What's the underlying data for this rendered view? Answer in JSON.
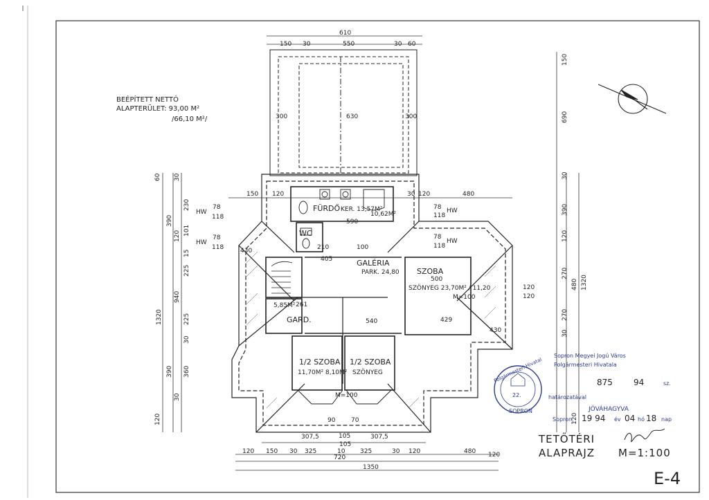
{
  "area": {
    "line1": "BEÉPÍTETT NETTÓ",
    "line2": "ALAPTERÜLET: 93,00 M²",
    "line3": "/66,10 M²/"
  },
  "rooms": {
    "furdo": "FÜRDŐ",
    "furdo_ker": "KER. 13,57M²",
    "furdo_area": "10,62M²",
    "wc": "WC",
    "galeria": "GALÉRIA",
    "galeria_area": "PARK. 24,80",
    "szoba": "SZOBA",
    "szoba_area": "SZÖNYEG 23,70M² / 11,20",
    "szoba_scale": "M=100",
    "gard": "GARD.",
    "gard_area": "5,85M²",
    "szoba_half_1": "1/2 SZOBA",
    "szoba_half_1_area": "11,70M² 8,10M²",
    "szoba_half_2": "1/2 SZOBA",
    "szoba_half_2_area": "SZÖNYEG",
    "bottom_scale": "M=100"
  },
  "dims": {
    "top": [
      "610",
      "150",
      "30",
      "550",
      "30",
      "60",
      "590"
    ],
    "upper_row": [
      "150",
      "120",
      "30",
      "120",
      "480"
    ],
    "bottom_rows": {
      "row1": [
        "307,5",
        "105",
        "307,5"
      ],
      "row2": [
        "120",
        "150",
        "30",
        "325",
        "10",
        "325",
        "30",
        "120",
        "480",
        "120"
      ],
      "row3": [
        "720"
      ],
      "row4": [
        "1350"
      ]
    },
    "left": [
      "60",
      "30",
      "390",
      "230",
      "120",
      "101",
      "15",
      "225",
      "940",
      "1320",
      "225",
      "30",
      "390",
      "360",
      "30",
      "120"
    ],
    "right": [
      "150",
      "690",
      "30",
      "390",
      "120",
      "270",
      "480",
      "1320",
      "270",
      "30",
      "120"
    ],
    "misc": [
      "630",
      "300",
      "300",
      "78",
      "118",
      "78",
      "118",
      "78",
      "118",
      "78",
      "118",
      "HW",
      "HW",
      "HW",
      "HW",
      "430",
      "430",
      "405",
      "120",
      "120",
      "261",
      "429",
      "540",
      "500",
      "210",
      "100",
      "90",
      "70",
      "105"
    ]
  },
  "approval": {
    "stamp_ring": "Polgármesteri Hivatal",
    "stamp_city": "SOPRON",
    "stamp_num": "22.",
    "text_line1": "Sopron Megyei Jogú Város",
    "text_line2": "Polgármesteri Hivatala",
    "text_line3": "határozatával",
    "reg_number": "875",
    "reg_year": "94",
    "reg_suffix": "sz.",
    "approved": "JÓVÁHAGYVA",
    "place": "Sopron,",
    "year": "19 94",
    "month_label": "év",
    "month": "04",
    "month_suffix": "hó",
    "day": "18",
    "day_suffix": "nap"
  },
  "title": {
    "line1": "TETŐTÉRI",
    "line2": "ALAPRAJZ",
    "scale": "M=1:100",
    "sheet": "E-4"
  }
}
